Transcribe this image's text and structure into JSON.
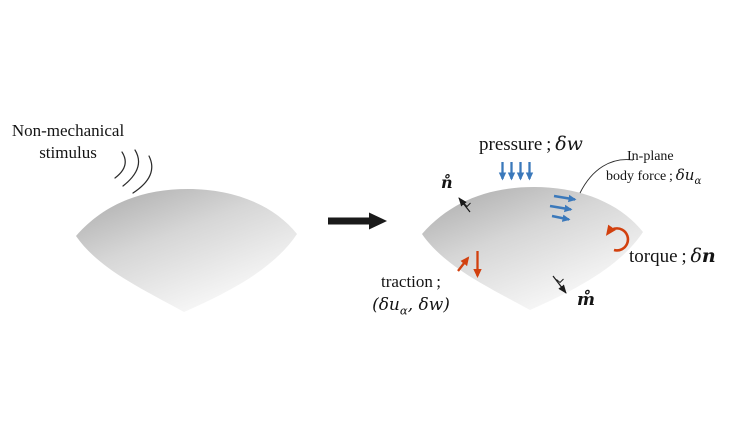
{
  "figure_type": "shell-mechanics-schematic",
  "labels": {
    "stimulus": {
      "line1": "Non-mechanical",
      "line2": "stimulus"
    },
    "pressure": {
      "word": "pressure ; ",
      "math": "δw"
    },
    "inplane": {
      "line1": "In-plane",
      "line2": "body force ; ",
      "math": "δu",
      "sub": "α"
    },
    "torque": {
      "word": "torque ; ",
      "delta": "δ",
      "n": "n"
    },
    "traction": {
      "line1": "traction ;",
      "l2_open": "(δu",
      "l2_sub": "α",
      "l2_rest": ", δw)"
    },
    "n_vector": "n̊",
    "m_vector": "m̊"
  },
  "colors": {
    "arrow_blue": "#3b79bb",
    "arrow_red": "#d2400e",
    "arrow_black": "#1a1a1a",
    "surface_dark": "#a8a8a8",
    "surface_mid": "#d6d6d6",
    "surface_light": "#fcfcfc"
  }
}
